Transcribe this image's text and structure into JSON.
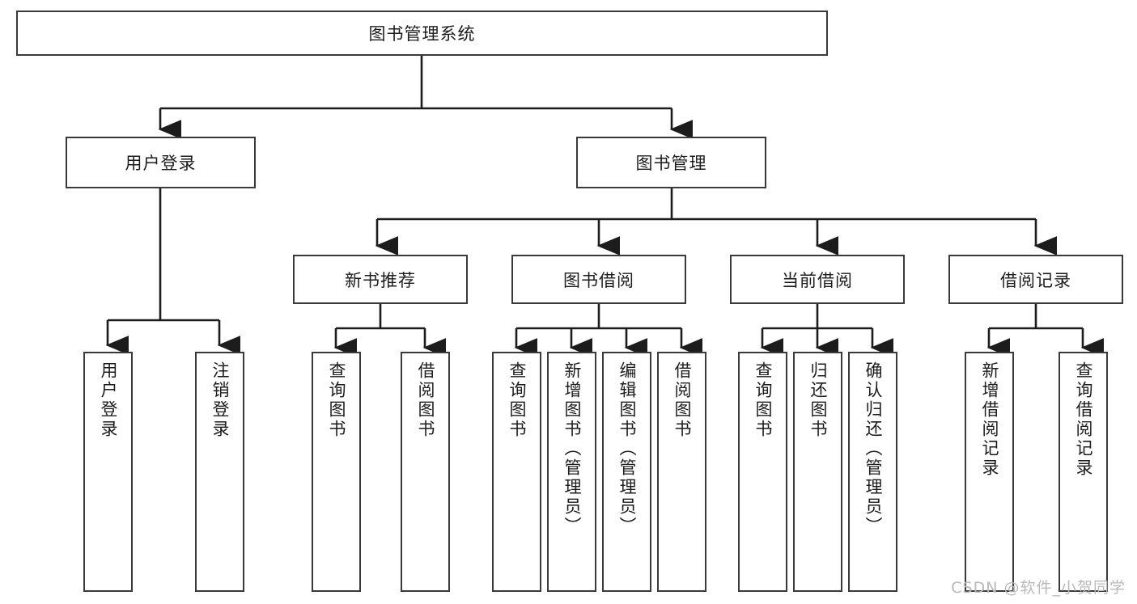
{
  "diagram": {
    "title": "图书管理系统",
    "type": "tree-hierarchy-diagram",
    "colors": {
      "box_border": "#3a3a3a",
      "box_fill": "#ffffff",
      "connector": "#1c1c1c",
      "text": "#1c1c1c",
      "watermark": "#b9b9b9",
      "background": "#ffffff"
    },
    "levels": {
      "root": {
        "label": "图书管理系统"
      },
      "level2": [
        {
          "id": "user-login",
          "label": "用户登录"
        },
        {
          "id": "book-management",
          "label": "图书管理"
        }
      ],
      "level3": [
        {
          "id": "new-book-recommend",
          "label": "新书推荐"
        },
        {
          "id": "book-borrow",
          "label": "图书借阅"
        },
        {
          "id": "current-borrow",
          "label": "当前借阅"
        },
        {
          "id": "borrow-record",
          "label": "借阅记录"
        }
      ],
      "leaves": {
        "user-login": [
          {
            "id": "leaf-user-login",
            "label": "用户登录"
          },
          {
            "id": "leaf-logout",
            "label": "注销登录"
          }
        ],
        "new-book-recommend": [
          {
            "id": "leaf-query-book-1",
            "label": "查询图书"
          },
          {
            "id": "leaf-borrow-book-1",
            "label": "借阅图书"
          }
        ],
        "book-borrow": [
          {
            "id": "leaf-query-book-2",
            "label": "查询图书"
          },
          {
            "id": "leaf-add-book",
            "label": "新增图书（管理员）"
          },
          {
            "id": "leaf-edit-book",
            "label": "编辑图书（管理员）"
          },
          {
            "id": "leaf-borrow-book-2",
            "label": "借阅图书"
          }
        ],
        "current-borrow": [
          {
            "id": "leaf-query-book-3",
            "label": "查询图书"
          },
          {
            "id": "leaf-return-book",
            "label": "归还图书"
          },
          {
            "id": "leaf-confirm-return",
            "label": "确认归还（管理员）"
          }
        ],
        "borrow-record": [
          {
            "id": "leaf-add-record",
            "label": "新增借阅记录"
          },
          {
            "id": "leaf-query-record",
            "label": "查询借阅记录"
          }
        ]
      }
    },
    "watermark": "CSDN @软件_小贺同学"
  }
}
